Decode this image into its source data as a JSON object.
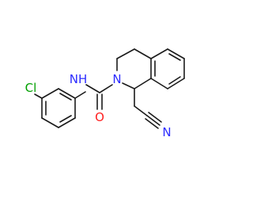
{
  "colors": {
    "bond": "#1a1a1a",
    "carbon": "#1a1a1a",
    "nitrogen": "#2c2cff",
    "oxygen": "#ff2020",
    "chlorine": "#00a000",
    "background": "#ffffff"
  },
  "atoms": {
    "chlorine": "Cl",
    "amide_nh": "NH",
    "ring_n": "N",
    "carbonyl_o": "O",
    "nitrile_n": "N"
  }
}
